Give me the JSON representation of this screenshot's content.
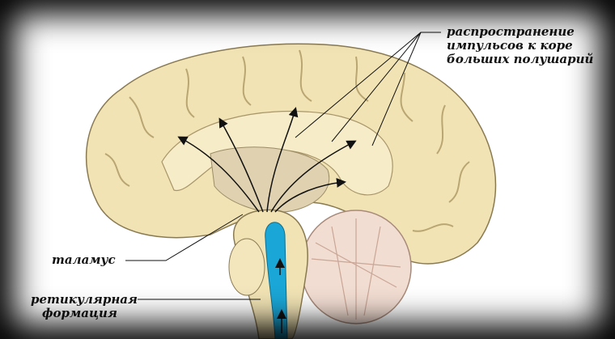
{
  "labels": {
    "projection": [
      "распространение",
      "импульсов к коре",
      "больших полушарий"
    ],
    "thalamus": "таламус",
    "reticular": [
      "ретикулярная",
      "формация"
    ]
  },
  "colors": {
    "cortex": "#f1e3b4",
    "cortex_outline": "#8a7a52",
    "channel": "#1aa6d6",
    "background": "#ffffff",
    "vignette": "#000000"
  }
}
